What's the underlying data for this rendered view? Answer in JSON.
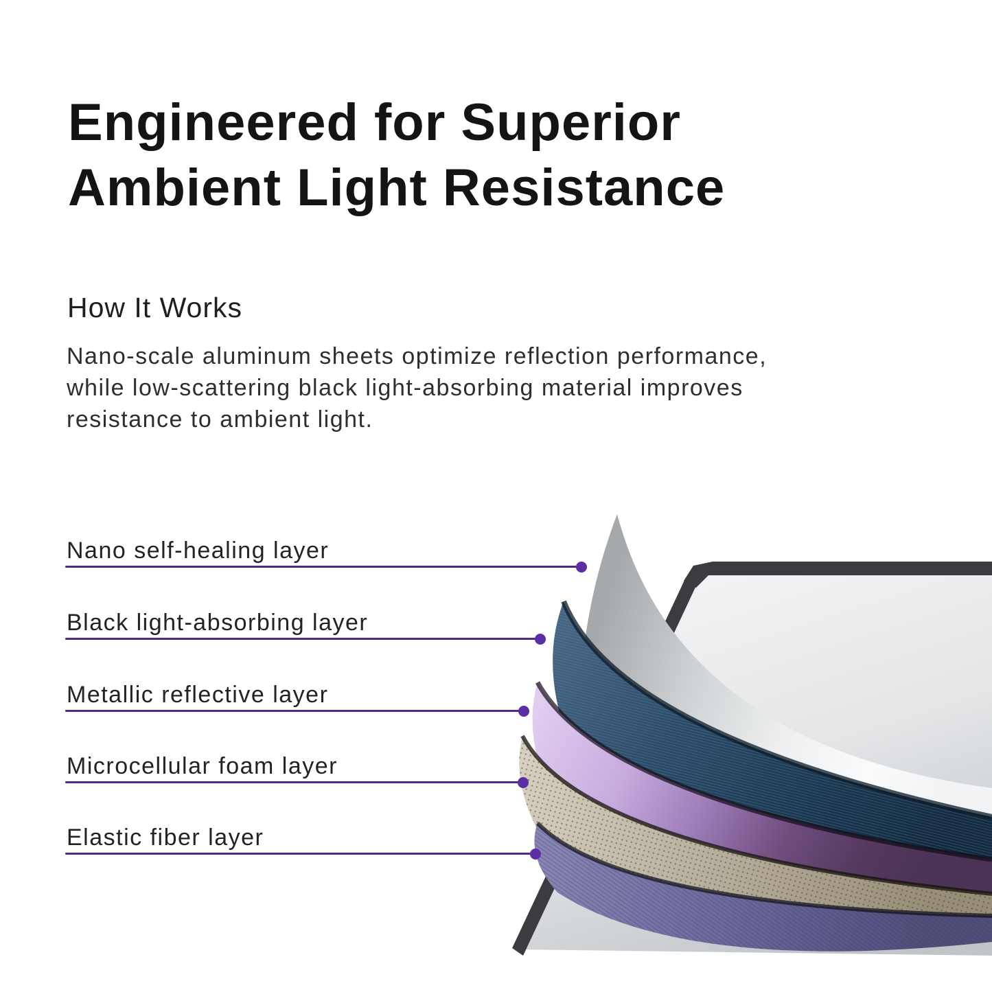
{
  "page": {
    "background_color": "#ffffff",
    "text_color": "#1c1c1c"
  },
  "header": {
    "title_line1": "Engineered for Superior",
    "title_line2": "Ambient Light Resistance"
  },
  "section": {
    "heading": "How It Works",
    "body_line1": "Nano-scale aluminum sheets optimize reflection performance,",
    "body_line2": "while low-scattering black light-absorbing material improves",
    "body_line3": "resistance to ambient light."
  },
  "diagram": {
    "accent_line_color": "#4E2A84",
    "accent_dot_color": "#5B2EA8",
    "labels": [
      {
        "label": "Nano self-healing layer",
        "swatch": "#ECEEEF"
      },
      {
        "label": "Black light-absorbing layer",
        "swatch": "#1C3A54"
      },
      {
        "label": "Metallic reflective layer",
        "swatch": "#C7AADE"
      },
      {
        "label": "Microcellular foam layer",
        "swatch": "#BDB5A4"
      },
      {
        "label": "Elastic fiber layer",
        "swatch": "#6E6C9E"
      }
    ],
    "illustration": {
      "frame_color": "#3B3B40",
      "screen_surface_color": "#DFE1E3"
    }
  }
}
